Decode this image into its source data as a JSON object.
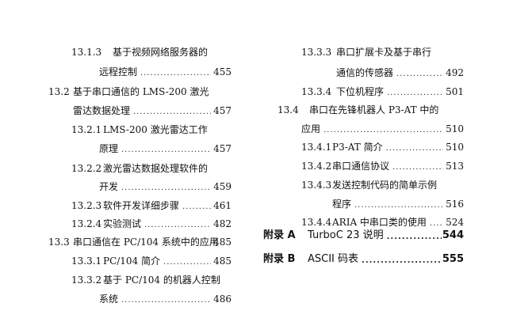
{
  "left_column": [
    {
      "num": "13.1.3",
      "title": "基于视频网络服务器的",
      "page": ""
    },
    {
      "num": "",
      "title": "远程控制",
      "page": "455"
    },
    {
      "num": "13.2",
      "title": "基于串口通信的 LMS-200 激光",
      "page": ""
    },
    {
      "num": "",
      "title": "雷达数据处理",
      "page": "457"
    },
    {
      "num": "13.2.1",
      "title": "LMS-200 激光雷达工作",
      "page": ""
    },
    {
      "num": "",
      "title": "原理",
      "page": "457"
    },
    {
      "num": "13.2.2",
      "title": "激光雷达数据处理软件的",
      "page": ""
    },
    {
      "num": "",
      "title": "开发",
      "page": "459"
    },
    {
      "num": "13.2.3",
      "title": "软件开发详细步骤",
      "page": "461"
    },
    {
      "num": "13.2.4",
      "title": "实验测试",
      "page": "482"
    },
    {
      "num": "13.3",
      "title": "串口通信在 PC/104 系统中的应用",
      "page": "485"
    },
    {
      "num": "13.3.1",
      "title": "PC/104 简介",
      "page": "485"
    },
    {
      "num": "13.3.2",
      "title": "基于 PC/104 的机器人控制",
      "page": ""
    },
    {
      "num": "",
      "title": "系统",
      "page": "486"
    }
  ],
  "right_column": [
    {
      "num": "13.3.3",
      "title": "串口扩展卡及基于串行",
      "page": ""
    },
    {
      "num": "",
      "title": "通信的传感器",
      "page": "492"
    },
    {
      "num": "13.3.4",
      "title": "下位机程序",
      "page": "501"
    },
    {
      "num": "13.4",
      "title": "串口在先锋机器人 P3-AT 中的",
      "page": ""
    },
    {
      "num": "",
      "title": "应用",
      "page": "510"
    },
    {
      "num": "13.4.1",
      "title": "P3-AT 简介",
      "page": "510"
    },
    {
      "num": "13.4.2",
      "title": "串口通信协议",
      "page": "513"
    },
    {
      "num": "13.4.3",
      "title": "发送控制代码的简单示例",
      "page": ""
    },
    {
      "num": "",
      "title": "程序",
      "page": "516"
    },
    {
      "num": "13.4.4",
      "title": "ARIA 中串口类的使用",
      "page": "524"
    }
  ],
  "appendices": [
    {
      "num": "附录 A",
      "title": "TurboC 23 说明",
      "page": "544"
    },
    {
      "num": "附录 B",
      "title": "ASCII 码表",
      "page": "555"
    }
  ]
}
